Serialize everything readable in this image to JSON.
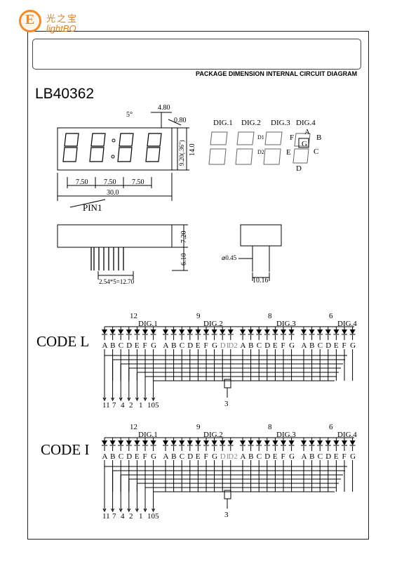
{
  "header": {
    "logo_cn": "光之宝",
    "logo_en": "lightBO",
    "title": "PACKAGE DIMENSION INTERNAL CIRCUIT DIAGRAM"
  },
  "model": "LB40362",
  "dimensions": {
    "dim_480": "4.80",
    "dim_080": "0.80",
    "dim_5deg": "5°",
    "dim_920": "9.20(.36\")",
    "dim_140": "14.0",
    "dim_750a": "7.50",
    "dim_750b": "7.50",
    "dim_750c": "7.50",
    "dim_300": "30.0",
    "pin1": "PIN1",
    "dim_720": "7.20",
    "dim_610": "6.10",
    "dim_pitch": "2.54*5=12.70",
    "dim_045": "⌀0.45",
    "dim_1016": "10.16"
  },
  "segment_legend": {
    "digits": [
      "DIG.1",
      "DIG.2",
      "DIG.3",
      "DIG.4"
    ],
    "d1": "D1",
    "d2": "D2",
    "a": "A",
    "b": "B",
    "c": "C",
    "d": "D",
    "e": "E",
    "f": "F",
    "g": "G"
  },
  "code_l": {
    "label": "CODE L",
    "dig_labels": [
      "DIG.1",
      "DIG.2",
      "DIG.3",
      "DIG.4"
    ],
    "common_pins": [
      "12",
      "9",
      "8",
      "6"
    ],
    "segments": [
      "A",
      "B",
      "C",
      "D",
      "E",
      "F",
      "G"
    ],
    "dp": [
      "D1",
      "D2"
    ],
    "bottom_pins": [
      "11",
      "7",
      "4",
      "2",
      "1",
      "10",
      "5"
    ],
    "center_pin": "3"
  },
  "code_i": {
    "label": "CODE I",
    "dig_labels": [
      "DIG.1",
      "DIG.2",
      "DIG.3",
      "DIG.4"
    ],
    "common_pins": [
      "12",
      "9",
      "8",
      "6"
    ],
    "segments": [
      "A",
      "B",
      "C",
      "D",
      "E",
      "F",
      "G"
    ],
    "dp": [
      "D1",
      "D2"
    ],
    "bottom_pins": [
      "11",
      "7",
      "4",
      "2",
      "1",
      "10",
      "5"
    ],
    "center_pin": "3"
  }
}
